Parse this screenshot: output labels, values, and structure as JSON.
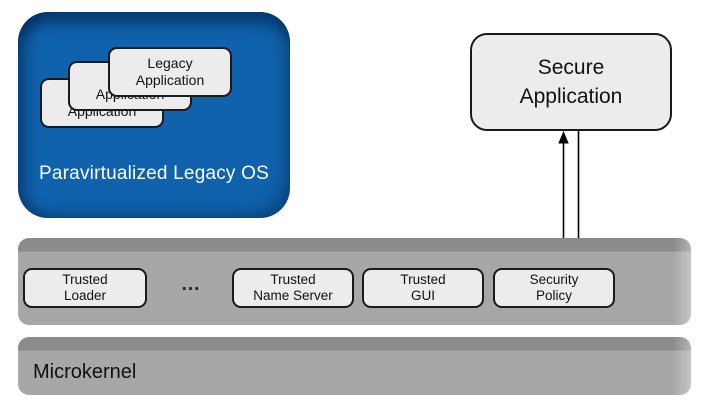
{
  "colors": {
    "canvas_bg": "#FFFFFF",
    "legacy_os_fill": "#1062AC",
    "legacy_os_text": "#FFFFFF",
    "bar_top": "#8B8B8B",
    "bar_front": "#A7A7A7",
    "box_fill": "#ECECEC",
    "box_border": "#1A1A1A"
  },
  "legacy_os": {
    "label": "Paravirtualized Legacy OS",
    "apps": [
      {
        "label": "Legacy\nApplication"
      },
      {
        "label": "Legacy\nApplication"
      },
      {
        "label": "Legacy\nApplication"
      }
    ]
  },
  "secure_app": {
    "label": "Secure\nApplication"
  },
  "services": {
    "ellipsis": "...",
    "boxes": [
      {
        "label": "Trusted\nLoader"
      },
      {
        "label": "Trusted\nName Server"
      },
      {
        "label": "Trusted\nGUI"
      },
      {
        "label": "Security\nPolicy"
      }
    ]
  },
  "microkernel": {
    "label": "Microkernel"
  }
}
